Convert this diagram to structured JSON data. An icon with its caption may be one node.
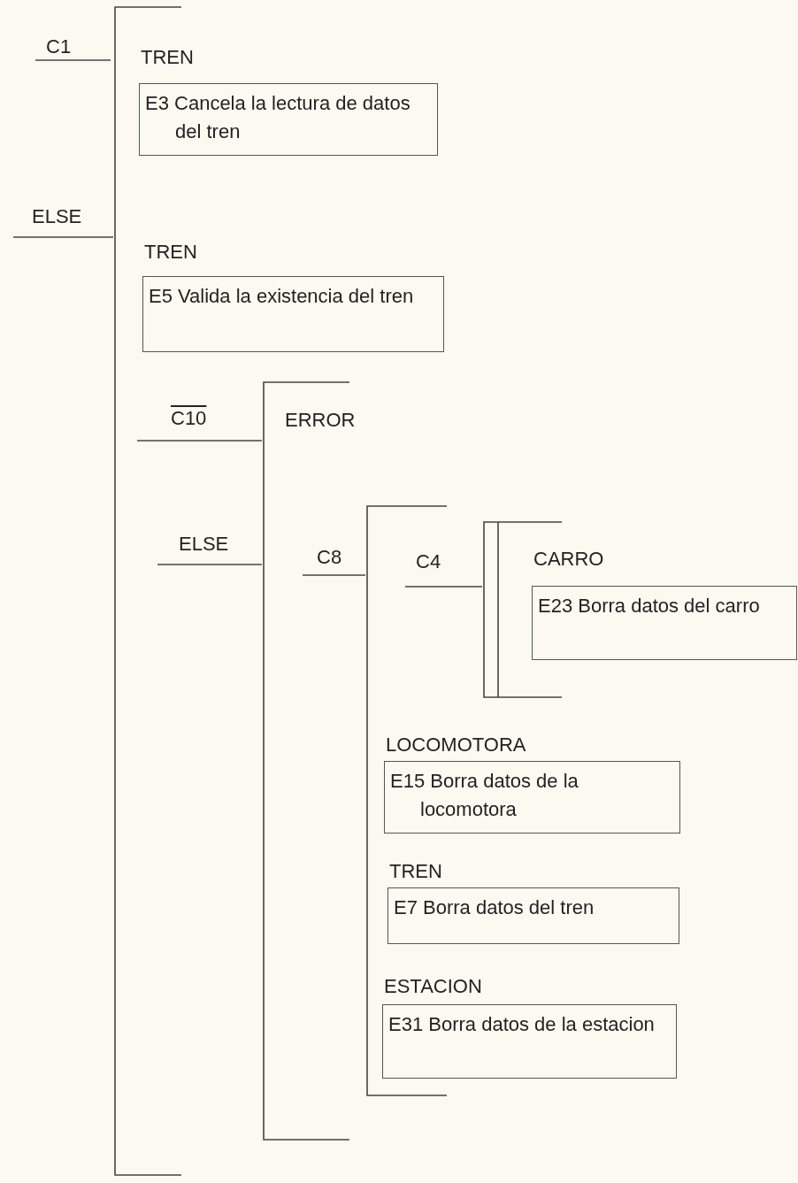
{
  "diagram": {
    "nodes": [
      {
        "text": [
          "TREN",
          "E3 Cancela la lectura de datos del tren"
        ]
      },
      {
        "text": [
          "TREN",
          "E5 Valida la existencia del tren"
        ]
      },
      {
        "text": [
          "CARRO",
          "E23 Borra datos del carro"
        ]
      },
      {
        "text": [
          "LOCOMOTORA",
          "E15 Borra datos de la locomotora"
        ]
      },
      {
        "text": [
          "TREN",
          "E7 Borra datos del tren"
        ]
      },
      {
        "text": [
          "ESTACION",
          "E31 Borra datos de la estacion"
        ]
      }
    ],
    "labels": [
      "C1",
      "ELSE",
      "C10",
      "ERROR",
      "ELSE",
      "C8",
      "C4"
    ]
  }
}
